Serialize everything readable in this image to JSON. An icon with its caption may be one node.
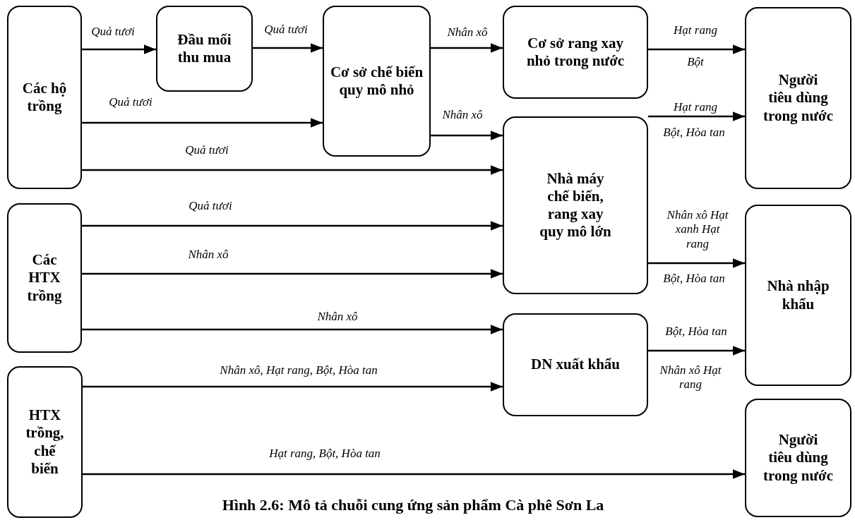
{
  "diagram": {
    "caption": "Hình 2.6: Mô tả chuỗi cung ứng sản phẩm Cà phê Sơn La",
    "nodes": [
      {
        "text": [
          "Các hộ trồng"
        ]
      },
      {
        "text": [
          "Đầu mối thu mua"
        ]
      },
      {
        "text": [
          "Cơ sở chế biến quy mô nhỏ"
        ]
      },
      {
        "text": [
          "Cơ sở rang xay nhỏ trong nước"
        ]
      },
      {
        "text": [
          "Nhà máy chế biến, rang xay quy mô lớn"
        ]
      },
      {
        "text": [
          "Người tiêu dùng trong nước"
        ]
      },
      {
        "text": [
          "Các HTX trồng"
        ]
      },
      {
        "text": [
          "Nhà nhập khẩu"
        ]
      },
      {
        "text": [
          "DN xuất khẩu"
        ]
      },
      {
        "text": [
          "HTX trồng, chế biến"
        ]
      },
      {
        "text": [
          "Người tiêu dùng trong nước"
        ]
      }
    ],
    "edges": [
      {
        "from": 0,
        "to": 1,
        "arrow": "to",
        "label": "Quả tươi"
      },
      {
        "from": 1,
        "to": 2,
        "arrow": "to",
        "label": "Quả tươi"
      },
      {
        "from": 2,
        "to": 3,
        "arrow": "to",
        "label": "Nhân xô"
      },
      {
        "from": 0,
        "to": 2,
        "arrow": "to",
        "label": "Quả tươi"
      },
      {
        "from": 2,
        "to": 4,
        "arrow": "to",
        "label": "Nhân xô"
      },
      {
        "from": 0,
        "to": 4,
        "arrow": "to",
        "label": "Quả tươi"
      },
      {
        "from": 3,
        "to": 5,
        "arrow": "to",
        "label": "Hạt rang"
      },
      {
        "from": 4,
        "to": 5,
        "arrow": "to",
        "label": "Hạt rang"
      },
      {
        "from": 6,
        "to": 4,
        "arrow": "to",
        "label": "Quả tươi"
      },
      {
        "from": 6,
        "to": 4,
        "arrow": "to",
        "label": "Nhân xô"
      },
      {
        "from": 6,
        "to": 8,
        "arrow": "to",
        "label": "Nhân xô"
      },
      {
        "from": 4,
        "to": 7,
        "arrow": "to",
        "label": "Nhân xô Hạt xanh Hạt rang"
      },
      {
        "from": 9,
        "to": 8,
        "arrow": "to",
        "label": "Nhân xô, Hạt rang, Bột, Hòa tan"
      },
      {
        "from": 8,
        "to": 7,
        "arrow": "to",
        "label": "Bột, Hòa tan"
      },
      {
        "from": 9,
        "to": 10,
        "arrow": "to",
        "label": "Hạt rang, Bột, Hòa tan"
      }
    ],
    "labels": [
      "Bột",
      "Bột, Hòa tan",
      "Bột, Hòa tan",
      "Nhân xô Hạt rang"
    ]
  }
}
